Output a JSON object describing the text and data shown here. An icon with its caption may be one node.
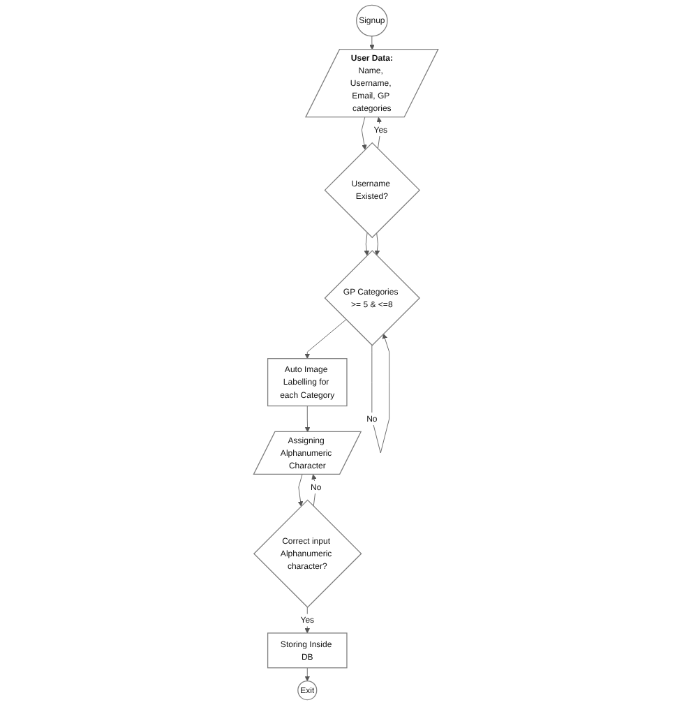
{
  "diagram": {
    "nodes": [
      {
        "text": [
          "Signup"
        ]
      },
      {
        "text": [
          "User Data:",
          "Name, Username, Email, GP categories"
        ]
      },
      {
        "text": [
          "Username Existed?"
        ]
      },
      {
        "text": [
          "GP Categories >= 5 & <=8"
        ]
      },
      {
        "text": [
          "Auto Image Labelling for each Category"
        ]
      },
      {
        "text": [
          "Assigning Alphanumeric Character"
        ]
      },
      {
        "text": [
          "Correct input Alphanumeric character?"
        ]
      },
      {
        "text": [
          "Storing Inside DB"
        ]
      },
      {
        "text": [
          "Exit"
        ]
      }
    ],
    "edges": [
      {
        "from": 0,
        "to": 1,
        "arrow": "to"
      },
      {
        "from": 1,
        "to": 2,
        "arrow": "to"
      },
      {
        "from": 2,
        "to": 1,
        "arrow": "to",
        "label": "Yes"
      },
      {
        "from": 2,
        "to": 3,
        "arrow": "to"
      },
      {
        "from": 2,
        "to": 3,
        "arrow": "to"
      },
      {
        "from": 3,
        "to": 3,
        "arrow": "to",
        "label": "No"
      },
      {
        "from": 3,
        "to": 4,
        "arrow": "to"
      },
      {
        "from": 4,
        "to": 5,
        "arrow": "to"
      },
      {
        "from": 5,
        "to": 6,
        "arrow": "to"
      },
      {
        "from": 6,
        "to": 5,
        "arrow": "to",
        "label": "No"
      },
      {
        "from": 6,
        "to": 7,
        "arrow": "to",
        "label": "Yes"
      },
      {
        "from": 7,
        "to": 8,
        "arrow": "to"
      }
    ]
  }
}
